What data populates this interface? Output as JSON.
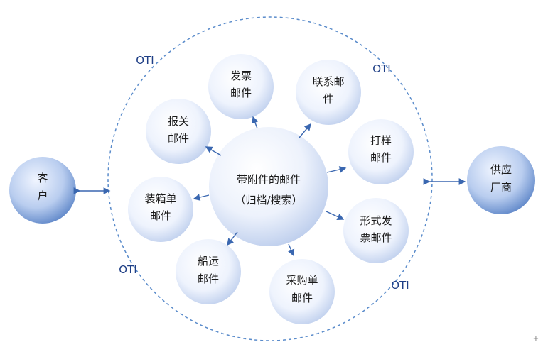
{
  "diagram": {
    "otis": [
      "OTI",
      "OTI",
      "OTI",
      "OTI"
    ],
    "nodes": {
      "customer": {
        "line1": "客",
        "line2": "户"
      },
      "supplier": {
        "line1": "供应",
        "line2": "厂商"
      },
      "center": {
        "line1": "带附件的邮件",
        "line2": "（归档/搜索）"
      },
      "invoice": {
        "line1": "发票",
        "line2": "邮件"
      },
      "contact": {
        "line1": "联系邮",
        "line2": "件"
      },
      "customs": {
        "line1": "报关",
        "line2": "邮件"
      },
      "sample": {
        "line1": "打样",
        "line2": "邮件"
      },
      "packing": {
        "line1": "装箱单",
        "line2": "邮件"
      },
      "proforma": {
        "line1": "形式发",
        "line2": "票邮件"
      },
      "shipping": {
        "line1": "船运",
        "line2": "邮件"
      },
      "purchase": {
        "line1": "采购单",
        "line2": "邮件"
      }
    },
    "corner_mark": "+"
  },
  "colors": {
    "dashed_outline": "#5b8ccb",
    "arrow": "#3a67b0",
    "oti_text": "#1f3f86",
    "small_bubble_center": "#ffffff",
    "small_bubble_edge": "#b7c9ea",
    "side_bubble_center": "#e8f0ff",
    "side_bubble_edge": "#4f7bc4"
  }
}
